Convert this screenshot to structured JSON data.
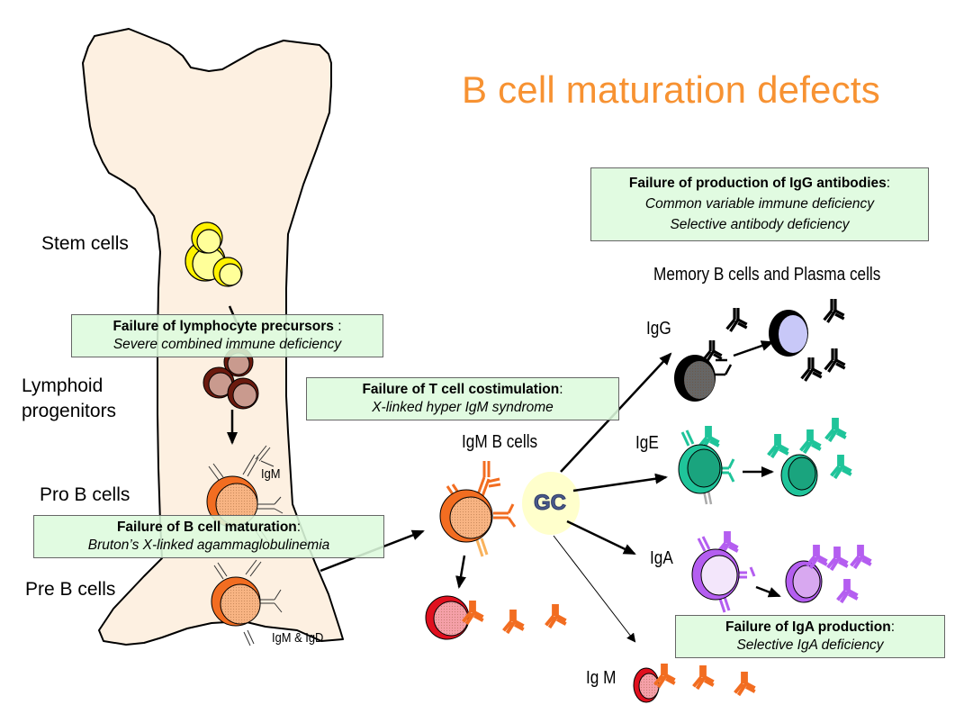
{
  "title": "B cell maturation defects",
  "stages": {
    "stem_cells": "Stem cells",
    "lymphoid_progenitors_line1": "Lymphoid",
    "lymphoid_progenitors_line2": "progenitors",
    "pro_b_cells": "Pro B cells",
    "pre_b_cells": "Pre B cells",
    "igm_b_cells": "IgM B cells",
    "memory_plasma": "Memory B cells and Plasma cells"
  },
  "antibody_labels": {
    "igm_on_pro_b": "IgM",
    "igm_igd_on_pre_b": "IgM & IgD",
    "igg": "IgG",
    "ige": "IgE",
    "iga": "IgA",
    "igm_secreted": "Ig M"
  },
  "germinal_center": "GC",
  "defects": [
    {
      "id": "lymphocyte-precursors",
      "heading": "Failure of lymphocyte precursors",
      "suffix": " :",
      "disease": "Severe combined immune deficiency"
    },
    {
      "id": "t-cell-costimulation",
      "heading": "Failure of  T cell costimulation",
      "suffix": ":",
      "disease": "X-linked hyper IgM syndrome"
    },
    {
      "id": "b-cell-maturation",
      "heading": "Failure of B cell maturation",
      "suffix": ":",
      "disease": "Bruton’s X-linked agammaglobulinemia"
    },
    {
      "id": "igg-production",
      "heading": "Failure of  production of IgG antibodies",
      "suffix": ":",
      "disease": "Common variable immune deficiency",
      "disease2": "Selective antibody deficiency"
    },
    {
      "id": "iga-production",
      "heading": "Failure of  IgA production",
      "suffix": ":",
      "disease": "Selective IgA deficiency"
    }
  ],
  "colors": {
    "title": "#f79232",
    "bone_fill": "#fdf0e1",
    "box_fill": "#ddfadd",
    "stem_yellow": "#fff200",
    "progenitor_brown": "#6b1a0e",
    "b_cell_orange": "#f26d21",
    "plasma_red": "#e0101e",
    "igg_black": "#000000",
    "igg_plasma": "#c8c8f8",
    "ige_teal": "#1fc49a",
    "iga_purple": "#b45ef0",
    "gc_yellow": "#ffffcc"
  }
}
